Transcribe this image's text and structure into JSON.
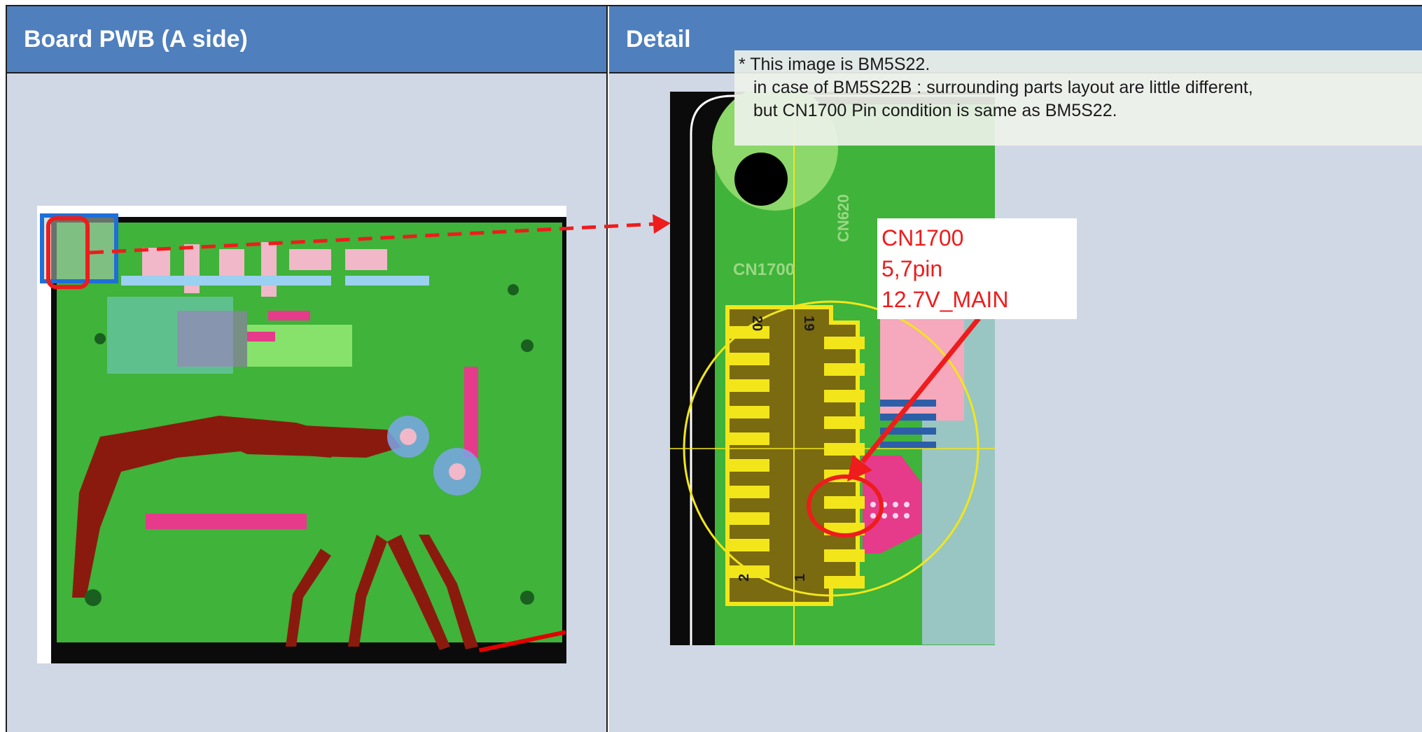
{
  "header": {
    "left_title": "Board PWB  (A side)",
    "right_title": "Detail"
  },
  "note": {
    "line1": "* This image is BM5S22.",
    "line2": "   in case of BM5S22B : surrounding parts layout are little different,",
    "line3": "   but CN1700 Pin condition is same as BM5S22."
  },
  "callout": {
    "line1": "CN1700",
    "line2": "5,7pin",
    "line3": "12.7V_MAIN"
  },
  "pcb_labels": {
    "connector_silk": "CN1700",
    "other_silk": "CN620",
    "pin_20": "20",
    "pin_19": "19",
    "pin_2": "2",
    "pin_1": "1"
  },
  "colors": {
    "header_bg": "#4f7fbd",
    "cell_bg": "#d0d8e6",
    "pcb_green": "#3fb33a",
    "highlight_red": "#ee1c1c",
    "zoom_box_blue": "#1e6fd8",
    "pad_yellow": "#f2e61a"
  }
}
